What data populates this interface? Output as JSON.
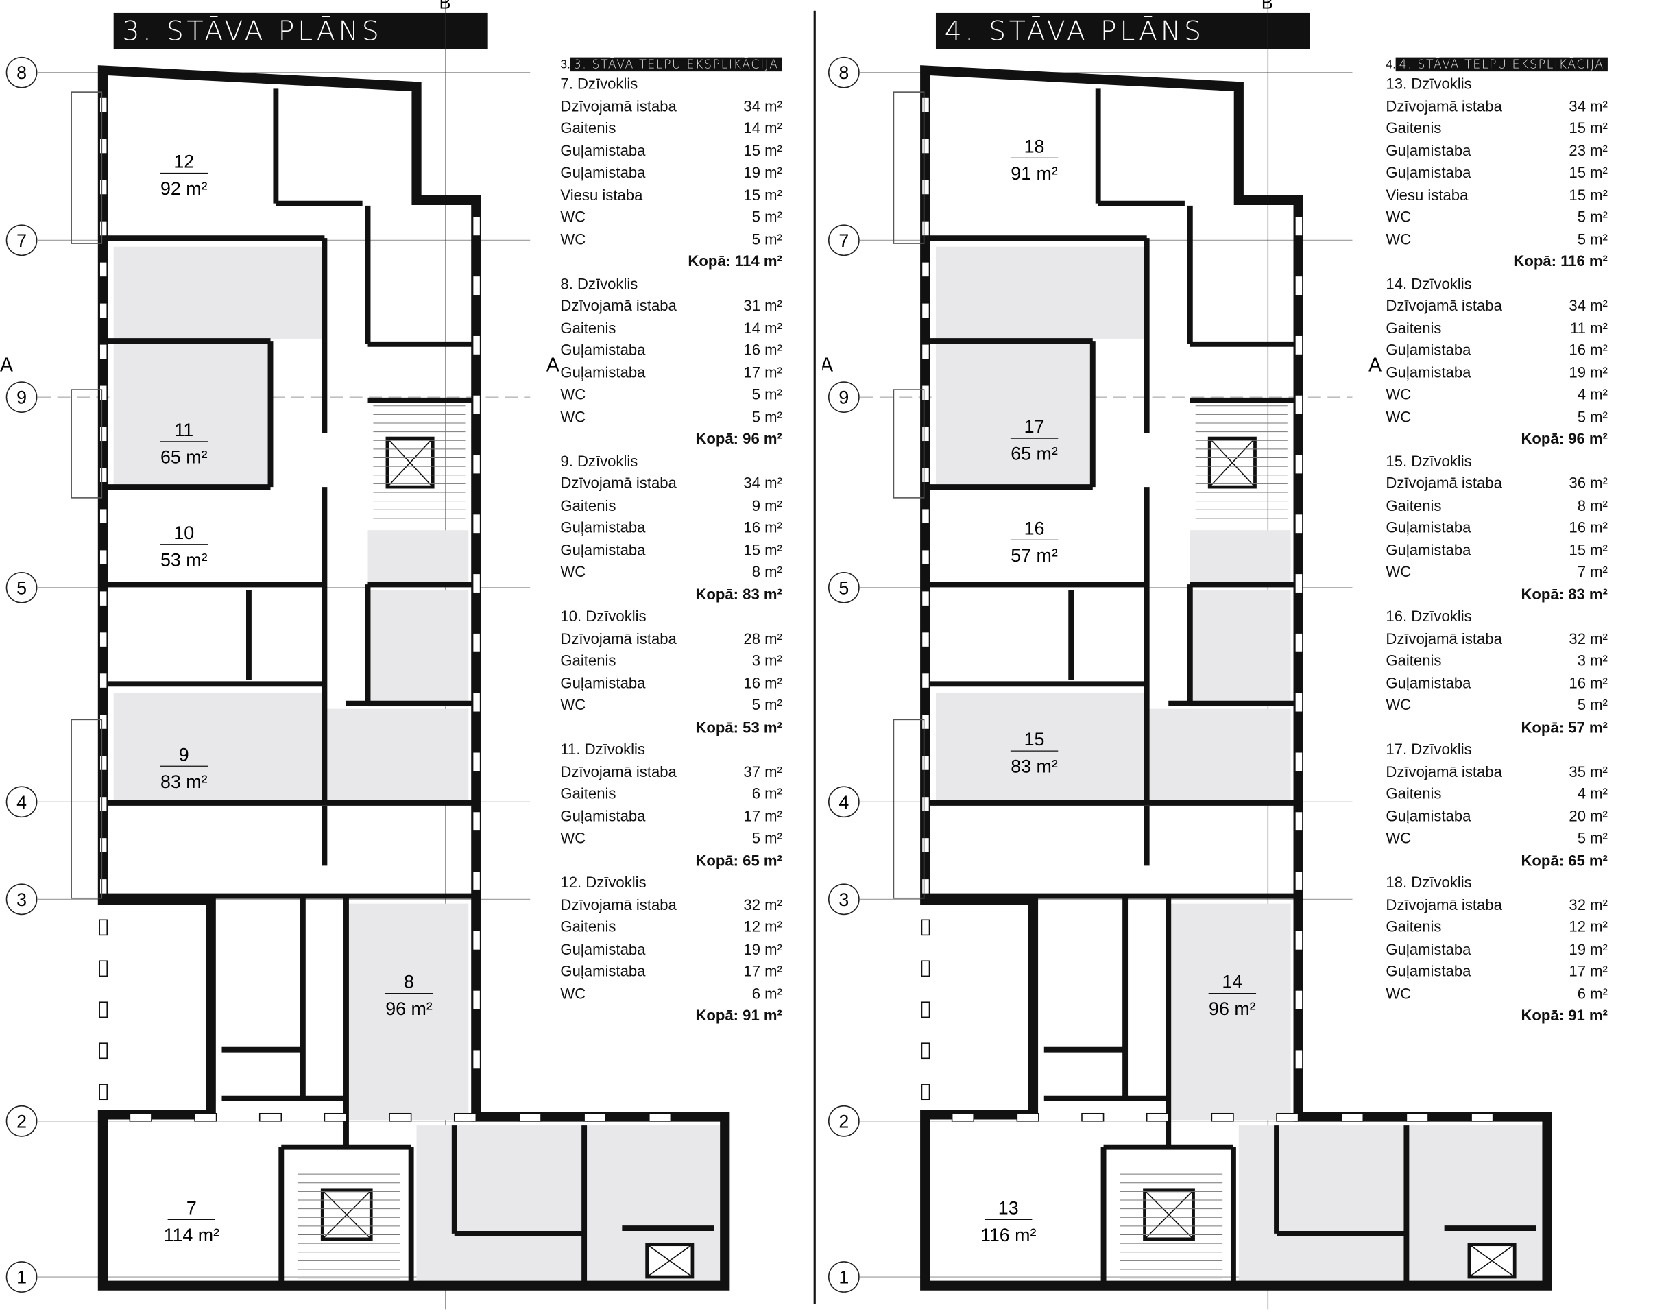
{
  "plans": [
    {
      "title": "3. STĀVA PLĀNS 1:200",
      "section_a": "A",
      "section_b": "B",
      "axes": [
        "8",
        "7",
        "9",
        "5",
        "4",
        "3",
        "2",
        "1"
      ],
      "rooms": [
        {
          "n": "12",
          "a": "92 m²"
        },
        {
          "n": "11",
          "a": "65 m²"
        },
        {
          "n": "10",
          "a": "53 m²"
        },
        {
          "n": "9",
          "a": "83 m²"
        },
        {
          "n": "8",
          "a": "96 m²"
        },
        {
          "n": "7",
          "a": "114 m²"
        }
      ],
      "explication": {
        "prefix": "3.",
        "title": "3. STĀVA TELPU EKSPLIKĀCIJA",
        "apartments": [
          {
            "name": "7. Dzīvoklis",
            "rows": [
              [
                "Dzīvojamā istaba",
                "34 m²"
              ],
              [
                "Gaitenis",
                "14 m²"
              ],
              [
                "Guļamistaba",
                "15 m²"
              ],
              [
                "Guļamistaba",
                "19 m²"
              ],
              [
                "Viesu istaba",
                "15 m²"
              ],
              [
                "WC",
                "5 m²"
              ],
              [
                "WC",
                "5 m²"
              ]
            ],
            "total": "Kopā: 114 m²"
          },
          {
            "name": "8. Dzīvoklis",
            "rows": [
              [
                "Dzīvojamā istaba",
                "31 m²"
              ],
              [
                "Gaitenis",
                "14 m²"
              ],
              [
                "Guļamistaba",
                "16 m²"
              ],
              [
                "Guļamistaba",
                "17 m²"
              ],
              [
                "WC",
                "5 m²"
              ],
              [
                "WC",
                "5 m²"
              ]
            ],
            "total": "Kopā: 96 m²"
          },
          {
            "name": "9. Dzīvoklis",
            "rows": [
              [
                "Dzīvojamā istaba",
                "34 m²"
              ],
              [
                "Gaitenis",
                "9 m²"
              ],
              [
                "Guļamistaba",
                "16 m²"
              ],
              [
                "Guļamistaba",
                "15 m²"
              ],
              [
                "WC",
                "8 m²"
              ]
            ],
            "total": "Kopā: 83 m²"
          },
          {
            "name": "10. Dzīvoklis",
            "rows": [
              [
                "Dzīvojamā istaba",
                "28 m²"
              ],
              [
                "Gaitenis",
                "3 m²"
              ],
              [
                "Guļamistaba",
                "16 m²"
              ],
              [
                "WC",
                "5 m²"
              ]
            ],
            "total": "Kopā: 53 m²"
          },
          {
            "name": "11. Dzīvoklis",
            "rows": [
              [
                "Dzīvojamā istaba",
                "37 m²"
              ],
              [
                "Gaitenis",
                "6 m²"
              ],
              [
                "Guļamistaba",
                "17 m²"
              ],
              [
                "WC",
                "5 m²"
              ]
            ],
            "total": "Kopā: 65 m²"
          },
          {
            "name": "12. Dzīvoklis",
            "rows": [
              [
                "Dzīvojamā istaba",
                "32 m²"
              ],
              [
                "Gaitenis",
                "12 m²"
              ],
              [
                "Guļamistaba",
                "19 m²"
              ],
              [
                "Guļamistaba",
                "17 m²"
              ],
              [
                "WC",
                "6 m²"
              ]
            ],
            "total": "Kopā: 91 m²"
          }
        ]
      }
    },
    {
      "title": "4. STĀVA PLĀNS 1:200",
      "section_a": "A",
      "section_b": "B",
      "axes": [
        "8",
        "7",
        "9",
        "5",
        "4",
        "3",
        "2",
        "1"
      ],
      "rooms": [
        {
          "n": "18",
          "a": "91 m²"
        },
        {
          "n": "17",
          "a": "65 m²"
        },
        {
          "n": "16",
          "a": "57 m²"
        },
        {
          "n": "15",
          "a": "83 m²"
        },
        {
          "n": "14",
          "a": "96 m²"
        },
        {
          "n": "13",
          "a": "116 m²"
        }
      ],
      "explication": {
        "prefix": "4.",
        "title": "4. STĀVA TELPU EKSPLIKĀCIJA",
        "apartments": [
          {
            "name": "13. Dzīvoklis",
            "rows": [
              [
                "Dzīvojamā istaba",
                "34 m²"
              ],
              [
                "Gaitenis",
                "15 m²"
              ],
              [
                "Guļamistaba",
                "23 m²"
              ],
              [
                "Guļamistaba",
                "15 m²"
              ],
              [
                "Viesu istaba",
                "15 m²"
              ],
              [
                "WC",
                "5 m²"
              ],
              [
                "WC",
                "5 m²"
              ]
            ],
            "total": "Kopā: 116 m²"
          },
          {
            "name": "14. Dzīvoklis",
            "rows": [
              [
                "Dzīvojamā istaba",
                "34 m²"
              ],
              [
                "Gaitenis",
                "11 m²"
              ],
              [
                "Guļamistaba",
                "16 m²"
              ],
              [
                "Guļamistaba",
                "19 m²"
              ],
              [
                "WC",
                "4 m²"
              ],
              [
                "WC",
                "5 m²"
              ]
            ],
            "total": "Kopā: 96 m²"
          },
          {
            "name": "15. Dzīvoklis",
            "rows": [
              [
                "Dzīvojamā istaba",
                "36 m²"
              ],
              [
                "Gaitenis",
                "8 m²"
              ],
              [
                "Guļamistaba",
                "16 m²"
              ],
              [
                "Guļamistaba",
                "15 m²"
              ],
              [
                "WC",
                "7 m²"
              ]
            ],
            "total": "Kopā: 83 m²"
          },
          {
            "name": "16. Dzīvoklis",
            "rows": [
              [
                "Dzīvojamā istaba",
                "32 m²"
              ],
              [
                "Gaitenis",
                "3 m²"
              ],
              [
                "Guļamistaba",
                "16 m²"
              ],
              [
                "WC",
                "5 m²"
              ]
            ],
            "total": "Kopā: 57 m²"
          },
          {
            "name": "17. Dzīvoklis",
            "rows": [
              [
                "Dzīvojamā istaba",
                "35 m²"
              ],
              [
                "Gaitenis",
                "4 m²"
              ],
              [
                "Guļamistaba",
                "20 m²"
              ],
              [
                "WC",
                "5 m²"
              ]
            ],
            "total": "Kopā: 65 m²"
          },
          {
            "name": "18. Dzīvoklis",
            "rows": [
              [
                "Dzīvojamā istaba",
                "32 m²"
              ],
              [
                "Gaitenis",
                "12 m²"
              ],
              [
                "Guļamistaba",
                "19 m²"
              ],
              [
                "Guļamistaba",
                "17 m²"
              ],
              [
                "WC",
                "6 m²"
              ]
            ],
            "total": "Kopā: 91 m²"
          }
        ]
      }
    }
  ]
}
